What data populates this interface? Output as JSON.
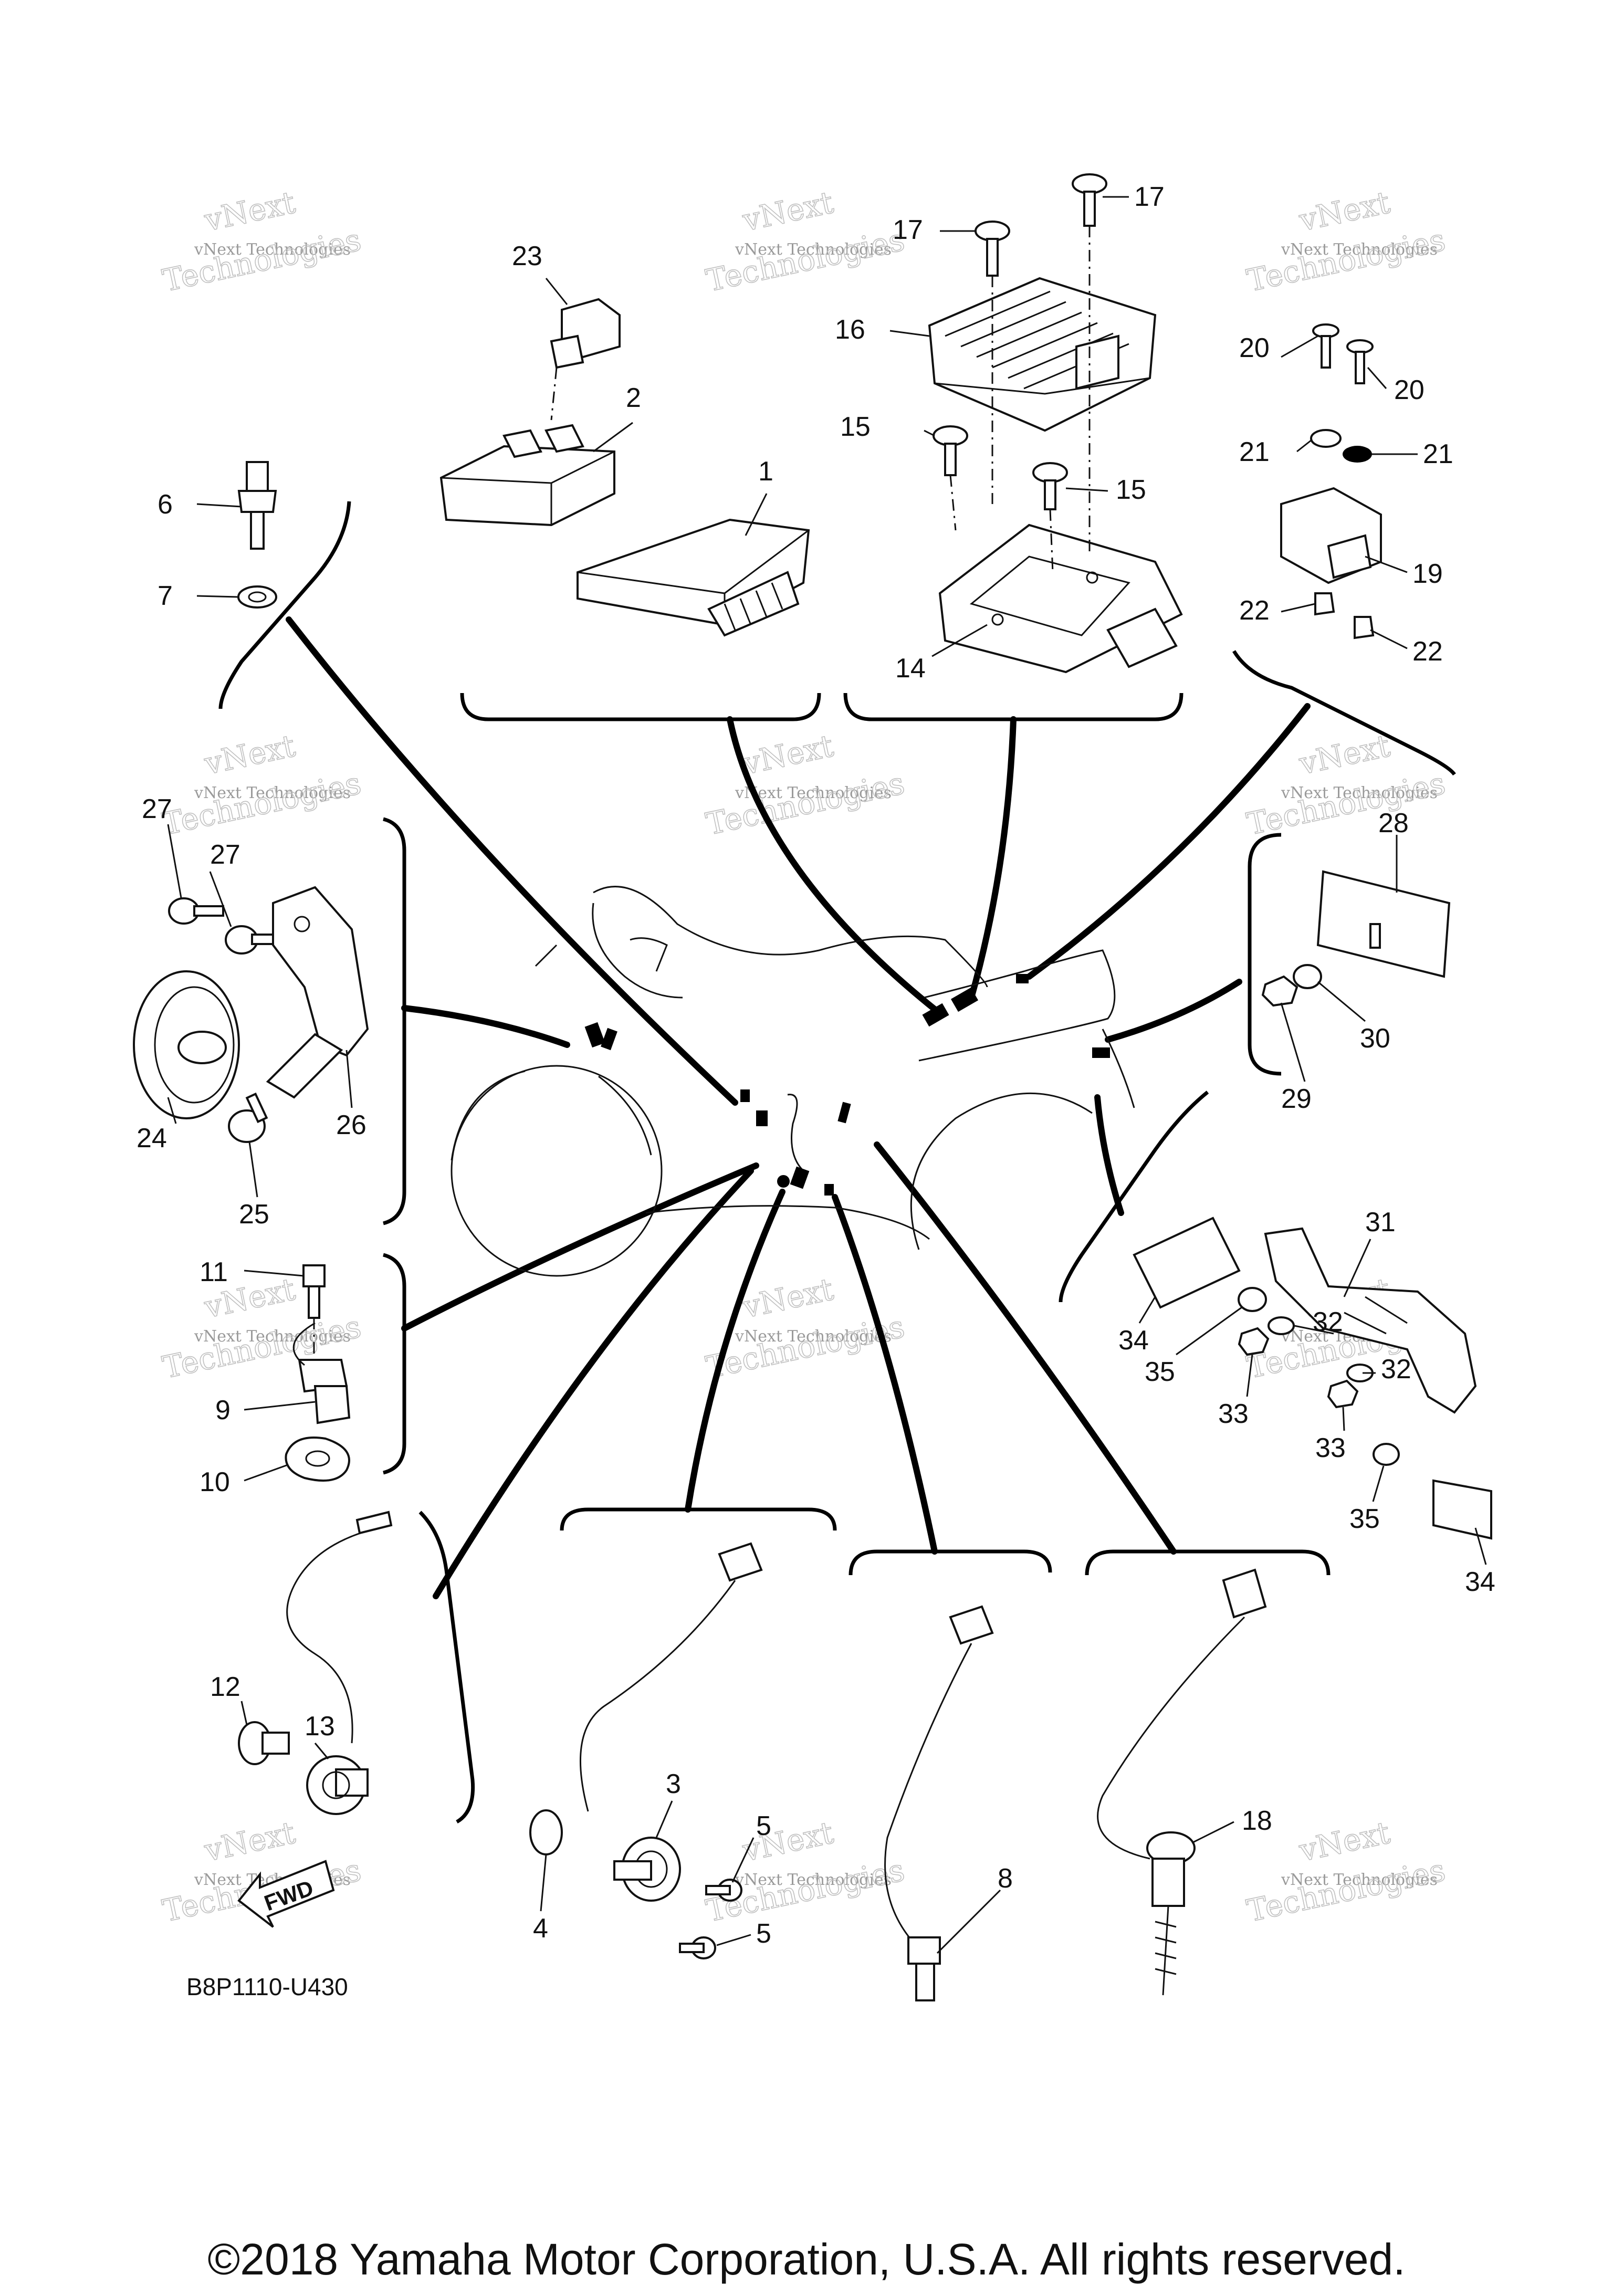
{
  "diagram": {
    "code": "B8P1110-U430",
    "fwd_label": "FWD",
    "copyright": "©2018 Yamaha Motor Corporation, U.S.A. All rights reserved.",
    "watermark": {
      "line1": "vNext Technologies",
      "line2": "vNext",
      "line3": "Technologies"
    },
    "callouts": {
      "c1": "1",
      "c2": "2",
      "c3": "3",
      "c4": "4",
      "c5a": "5",
      "c5b": "5",
      "c6": "6",
      "c7": "7",
      "c8": "8",
      "c9": "9",
      "c10": "10",
      "c11": "11",
      "c12": "12",
      "c13": "13",
      "c14": "14",
      "c15a": "15",
      "c15b": "15",
      "c16": "16",
      "c17a": "17",
      "c17b": "17",
      "c18": "18",
      "c19": "19",
      "c20a": "20",
      "c20b": "20",
      "c21a": "21",
      "c21b": "21",
      "c22a": "22",
      "c22b": "22",
      "c23": "23",
      "c24": "24",
      "c25": "25",
      "c26": "26",
      "c27a": "27",
      "c27b": "27",
      "c28": "28",
      "c29": "29",
      "c30": "30",
      "c31": "31",
      "c32a": "32",
      "c32b": "32",
      "c33a": "33",
      "c33b": "33",
      "c34a": "34",
      "c34b": "34",
      "c35a": "35",
      "c35b": "35"
    }
  }
}
